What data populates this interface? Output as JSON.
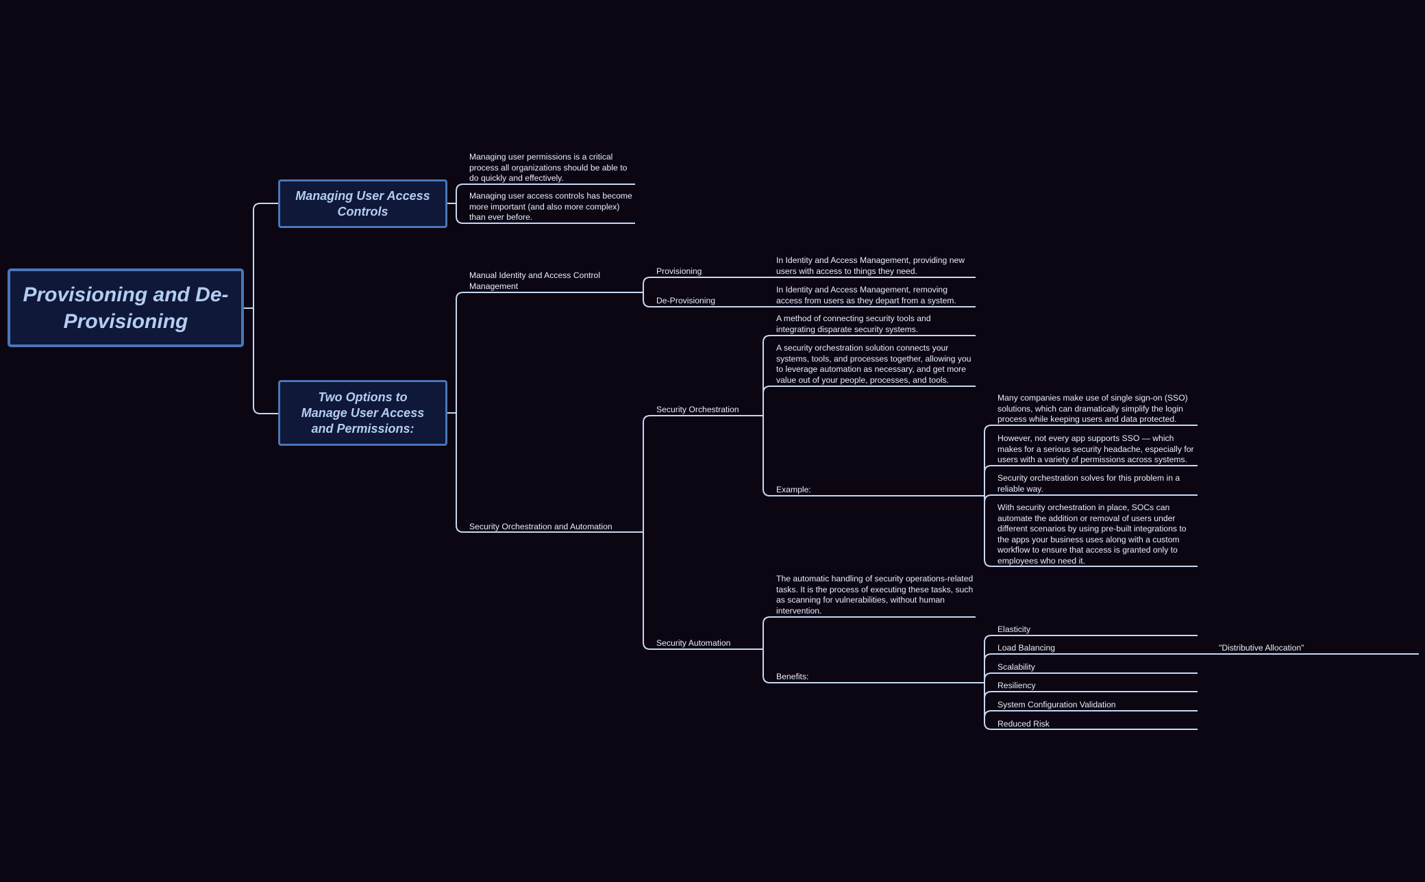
{
  "colors": {
    "background": "#0b0612",
    "node_fill": "#0f1838",
    "node_border": "#4a76b8",
    "node_text": "#b3cdf3",
    "line": "#c8d8f4",
    "leaf_text": "#e9eefc"
  },
  "root": {
    "title": "Provisioning and De-Provisioning"
  },
  "branches": {
    "managing": {
      "title": "Managing User Access Controls",
      "notes": [
        "Managing user permissions is a critical process all organizations should be able to do quickly and effectively.",
        "Managing user access controls has become more important (and also more complex) than ever before."
      ]
    },
    "options": {
      "title": "Two Options to Manage User Access and Permissions:",
      "manual": {
        "label": "Manual Identity and Access Control Management",
        "provisioning": {
          "label": "Provisioning",
          "desc": "In Identity and Access Management, providing new users with access to things they need."
        },
        "deprovisioning": {
          "label": "De-Provisioning",
          "desc": "In Identity and Access Management, removing access from users as they depart from a system."
        }
      },
      "soa": {
        "label": "Security Orchestration and Automation",
        "orchestration": {
          "label": "Security Orchestration",
          "def1": "A method of connecting security tools and integrating disparate security systems.",
          "def2": "A security orchestration solution connects your systems, tools, and processes together, allowing you to leverage automation as necessary, and get more value out of your people, processes, and tools.",
          "example": {
            "label": "Example:",
            "items": [
              "Many companies make use of single sign-on (SSO) solutions, which can dramatically simplify the login process while keeping users and data protected.",
              "However, not every app supports SSO — which makes for a serious security headache, especially for users with a variety of permissions across systems.",
              "Security orchestration solves for this problem in a reliable way.",
              "With security orchestration in place, SOCs can automate the addition or removal of users under different scenarios by using pre-built integrations to the apps your business uses along with a custom workflow to ensure that access is granted only to employees who need it."
            ]
          }
        },
        "automation": {
          "label": "Security Automation",
          "def": "The automatic handling of security operations-related tasks. It is the process of executing these tasks, such as scanning for vulnerabilities, without human intervention.",
          "benefits": {
            "label": "Benefits:",
            "items": [
              "Elasticity",
              "Load Balancing",
              "Scalability",
              "Resiliency",
              "System Configuration Validation",
              "Reduced Risk"
            ],
            "load_balancing_note": "\"Distributive Allocation\""
          }
        }
      }
    }
  }
}
